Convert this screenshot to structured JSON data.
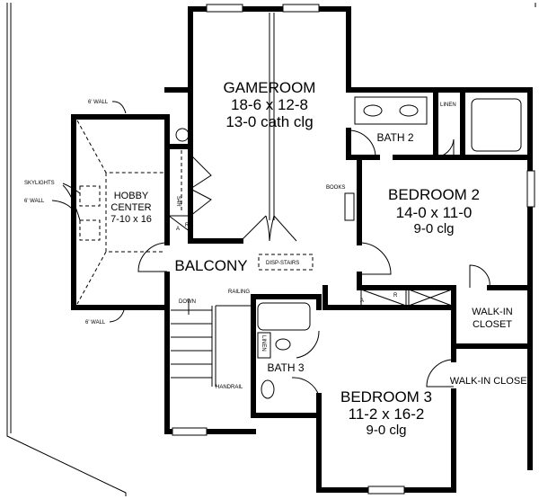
{
  "rooms": {
    "gameroom": {
      "name": "GAMEROOM",
      "size": "18-6 x 12-8",
      "ceiling": "13-0 cath clg"
    },
    "bath2": {
      "name": "BATH 2"
    },
    "bedroom2": {
      "name": "BEDROOM 2",
      "size": "14-0 x 11-0",
      "ceiling": "9-0 clg"
    },
    "hobby": {
      "name1": "HOBBY",
      "name2": "CENTER",
      "size": "7-10 x 16"
    },
    "balcony": {
      "name": "BALCONY"
    },
    "bath3": {
      "name": "BATH 3"
    },
    "bedroom3": {
      "name": "BEDROOM 3",
      "size": "11-2 x 16-2",
      "ceiling": "9-0 clg"
    },
    "closet1": {
      "line1": "WALK-IN",
      "line2": "CLOSET"
    },
    "closet2": {
      "name": "WALK-IN CLOSET"
    }
  },
  "notes": {
    "wall_top": "6' WALL",
    "wall_side": "6' WALL",
    "wall_bottom": "6' WALL",
    "skylights": "SKYLIGHTS",
    "linen_bath2": "LINEN",
    "linen_bath3": "LINEN",
    "books": "BOOKS",
    "s_and_r": "S4R",
    "disp_stairs": "DISP-STAIRS",
    "railing": "RAILING",
    "down": "DOWN",
    "handrail": "HANDRAIL",
    "ar_a": "A",
    "ar_r": "R"
  }
}
